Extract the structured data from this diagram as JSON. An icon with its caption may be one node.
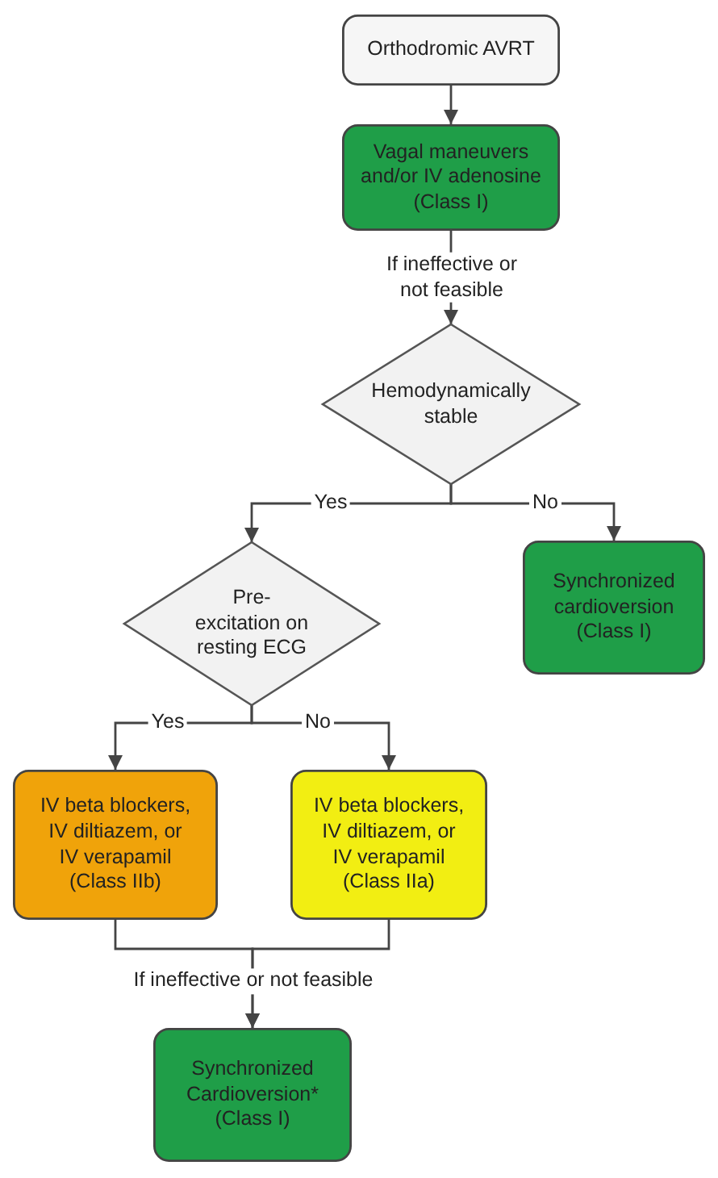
{
  "diagram": {
    "nodes": [
      {
        "text": [
          "Orthodromic AVRT"
        ]
      },
      {
        "text": [
          "Vagal maneuvers and/or IV adenosine (Class I)"
        ]
      },
      {
        "text": [
          "Hemodynamically stable"
        ]
      },
      {
        "text": [
          "Pre-excitation on resting ECG"
        ]
      },
      {
        "text": [
          "Synchronized cardioversion (Class I)"
        ]
      },
      {
        "text": [
          "IV beta blockers, IV diltiazem, or IV verapamil (Class IIb)"
        ]
      },
      {
        "text": [
          "IV beta blockers, IV diltiazem, or IV verapamil (Class IIa)"
        ]
      },
      {
        "text": [
          "Synchronized Cardioversion* (Class I)"
        ]
      }
    ],
    "edges": [
      {
        "from": 0,
        "to": 1,
        "arrow": "to"
      },
      {
        "from": 1,
        "to": 2,
        "arrow": "to",
        "label": "If ineffective or not feasible"
      },
      {
        "from": 2,
        "to": 3,
        "arrow": "to",
        "label": "Yes"
      },
      {
        "from": 2,
        "to": 4,
        "arrow": "to",
        "label": "No"
      },
      {
        "from": 3,
        "to": 5,
        "arrow": "to",
        "label": "Yes"
      },
      {
        "from": 3,
        "to": 6,
        "arrow": "to",
        "label": "No"
      },
      {
        "from": 5,
        "to": 7,
        "arrow": "to",
        "label": "If ineffective or not feasible"
      },
      {
        "from": 6,
        "to": 7,
        "arrow": "to"
      }
    ]
  }
}
